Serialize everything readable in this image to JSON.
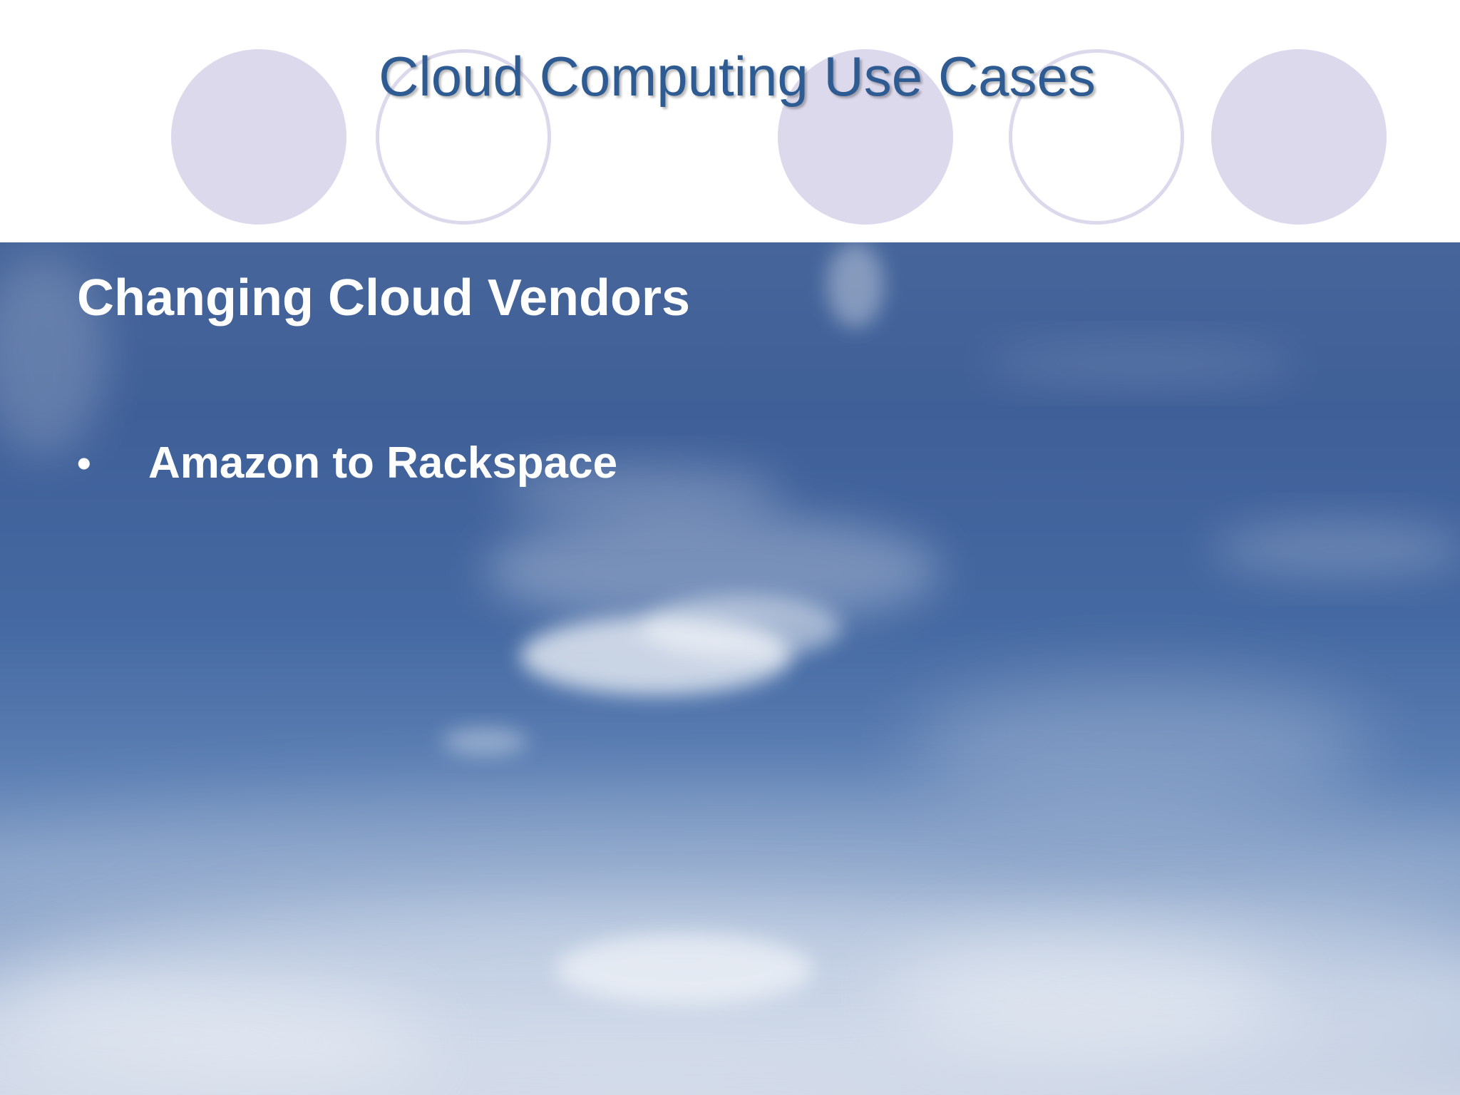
{
  "slide": {
    "title": "Cloud Computing Use Cases",
    "subtitle": "Changing Cloud Vendors",
    "bullets": [
      {
        "marker": "•",
        "text": "Amazon to Rackspace"
      }
    ]
  },
  "theme": {
    "title_color": "#2e5c92",
    "circle_color": "#dcd9ec",
    "sky_color": "#3f5f98",
    "text_color": "#ffffff"
  }
}
